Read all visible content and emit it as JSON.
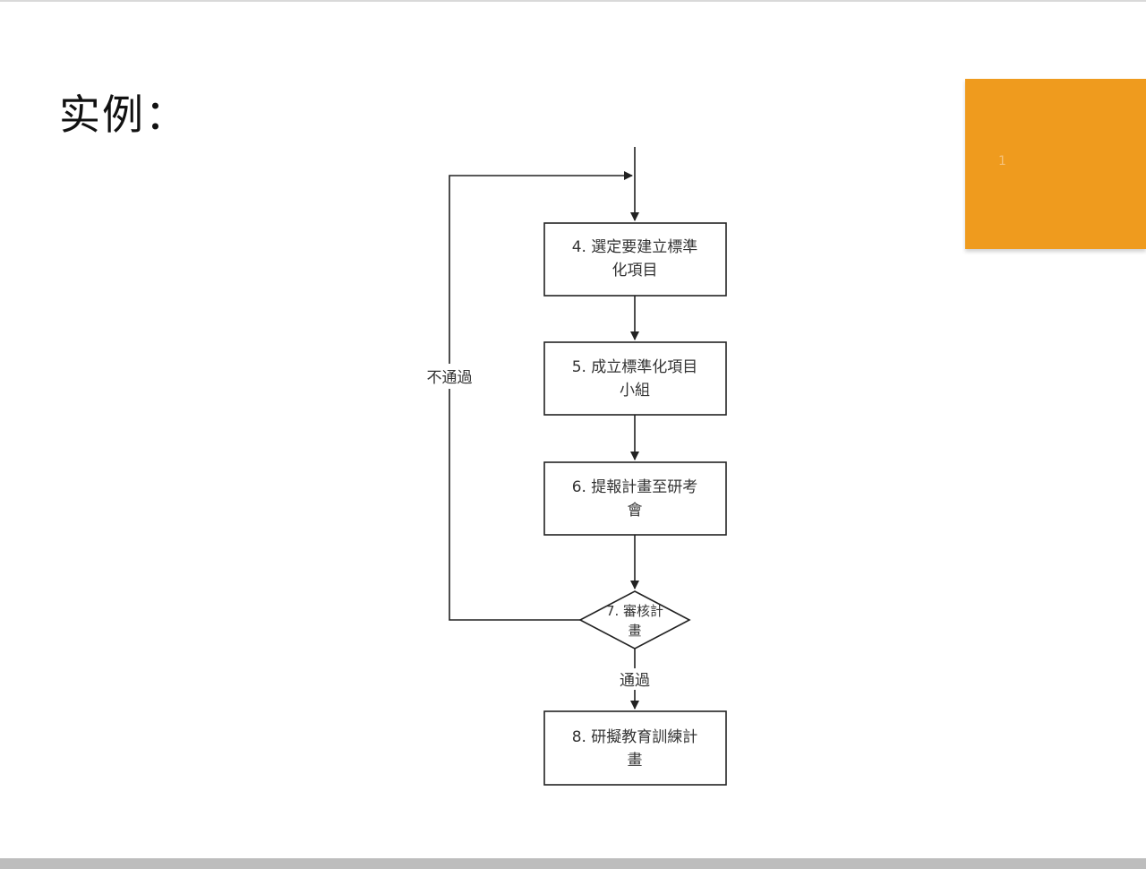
{
  "slide": {
    "title": "实例：",
    "accent_block_text": "1"
  },
  "flowchart": {
    "nodes": [
      {
        "id": "step4",
        "line1": "4. 選定要建立標準",
        "line2": "化項目"
      },
      {
        "id": "step5",
        "line1": "5. 成立標準化項目",
        "line2": "小組"
      },
      {
        "id": "step6",
        "line1": "6. 提報計畫至研考",
        "line2": "會"
      },
      {
        "id": "step7",
        "line1": "7. 審核計",
        "line2": "畫"
      },
      {
        "id": "step8",
        "line1": "8. 研擬教育訓練計",
        "line2": "畫"
      }
    ],
    "edges": {
      "fail_label": "不通過",
      "pass_label": "通過"
    }
  }
}
